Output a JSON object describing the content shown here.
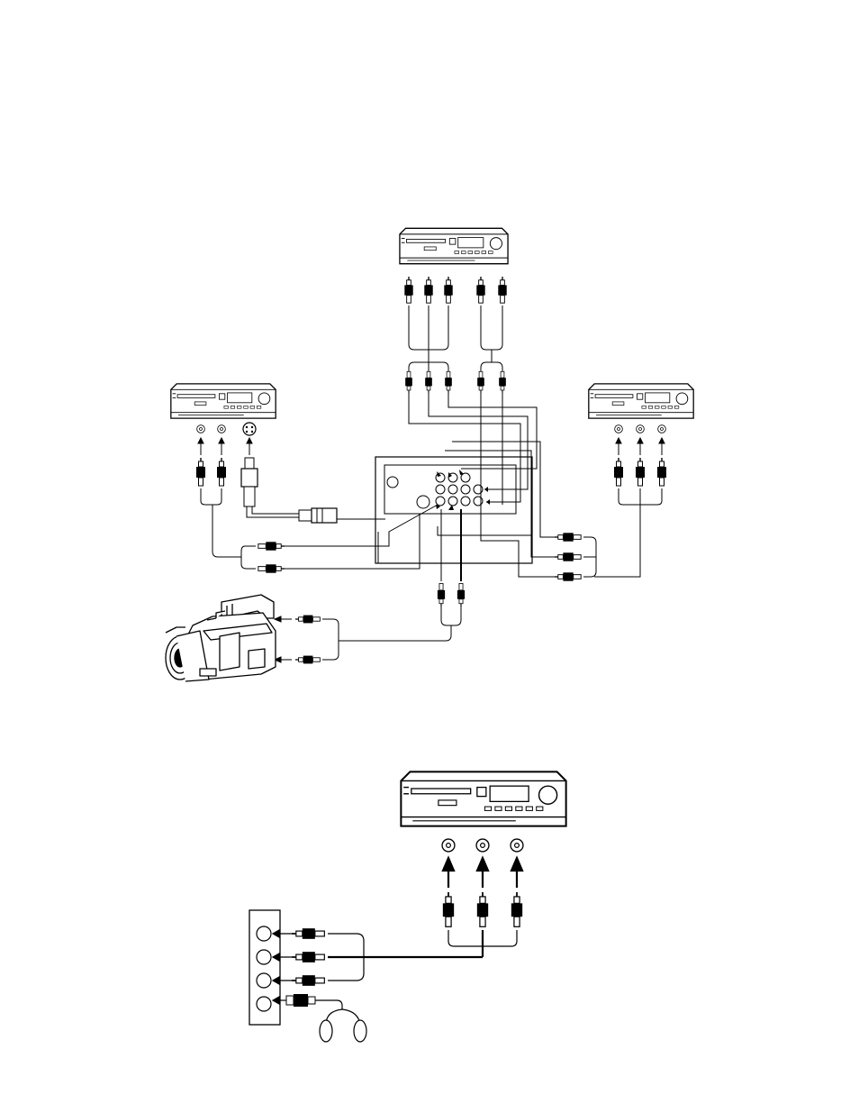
{
  "diagram": {
    "top_section": {
      "devices": [
        "dvd-player-top",
        "dvd-player-left",
        "dvd-player-right",
        "camcorder",
        "projector-terminal-panel"
      ]
    },
    "bottom_section": {
      "devices": [
        "dvd-player-bottom",
        "audio-video-jack-panel",
        "headphones"
      ]
    }
  },
  "colors": {
    "line": "#000000",
    "background": "#ffffff",
    "fill": "#000000"
  }
}
